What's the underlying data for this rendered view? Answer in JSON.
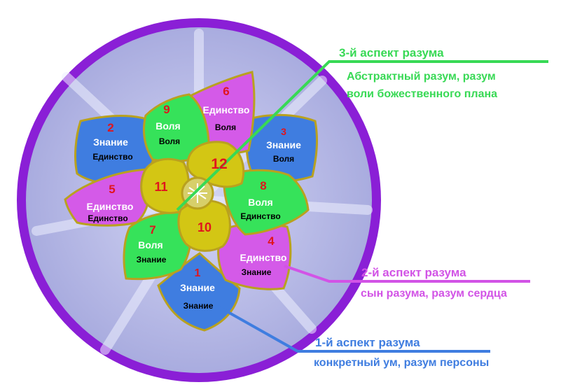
{
  "colors": {
    "ring": "#8a1fd6",
    "disc": "#b8bbe8",
    "blue_petal": "#3f7de0",
    "magenta_petal": "#d45ae8",
    "green_petal": "#36e25a",
    "yellow_petal": "#d3c614",
    "petal_border": "#b9a11f",
    "number_red": "#e0151d",
    "aspect3": "#38d955",
    "aspect2": "#d253e6",
    "aspect1": "#3f7de0"
  },
  "petals": {
    "p1": {
      "number": "1",
      "line1": "Знание",
      "line2": "Знание"
    },
    "p2": {
      "number": "2",
      "line1": "Знание",
      "line2": "Единство"
    },
    "p3": {
      "number": "3",
      "line1": "Знание",
      "line2": "Воля"
    },
    "p4": {
      "number": "4",
      "line1": "Единство",
      "line2": "Знание"
    },
    "p5": {
      "number": "5",
      "line1": "Единство",
      "line2": "Единство"
    },
    "p6": {
      "number": "6",
      "line1": "Единство",
      "line2": "Воля"
    },
    "p7": {
      "number": "7",
      "line1": "Воля",
      "line2": "Знание"
    },
    "p8": {
      "number": "8",
      "line1": "Воля",
      "line2": "Единство"
    },
    "p9": {
      "number": "9",
      "line1": "Воля",
      "line2": "Воля"
    },
    "p10": {
      "number": "10"
    },
    "p11": {
      "number": "11"
    },
    "p12": {
      "number": "12"
    }
  },
  "aspects": {
    "third": {
      "title": "3-й аспект разума",
      "line1": "Абстрактный разум, разум",
      "line2": "воли божественного плана"
    },
    "second": {
      "title": "2-й аспект разума",
      "line1": "сын разума, разум сердца"
    },
    "first": {
      "title": "1-й аспект разума",
      "line1": "конкретный ум, разум персоны"
    }
  }
}
